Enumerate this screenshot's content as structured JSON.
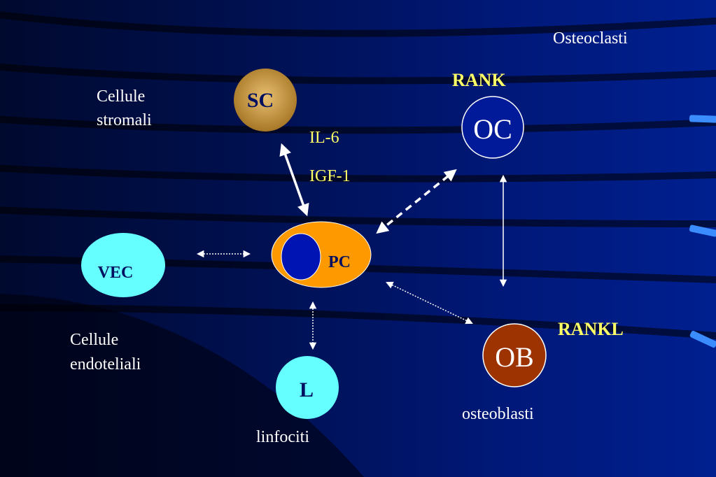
{
  "labels": {
    "title": "Osteoclasti",
    "rank": "RANK",
    "rankl": "RANKL",
    "stromal_line1": "Cellule",
    "stromal_line2": "stromali",
    "endothelial_line1": "Cellule",
    "endothelial_line2": "endoteliali",
    "il6": "IL-6",
    "igf1": "IGF-1",
    "lymphocytes": "linfociti",
    "osteoblasts": "osteoblasti"
  },
  "nodes": {
    "sc": "SC",
    "oc": "OC",
    "pc": "PC",
    "vec": "VEC",
    "ob": "OB",
    "l": "L"
  },
  "colors": {
    "background": "#001060",
    "sc_fill": "#c89b3c",
    "oc_fill": "#001a99",
    "pc_outer": "#ff9900",
    "pc_inner": "#0014b4",
    "vec_fill": "#66ffff",
    "ob_fill": "#9c3300",
    "l_fill": "#66ffff",
    "cytokine_text": "#ffff66"
  }
}
